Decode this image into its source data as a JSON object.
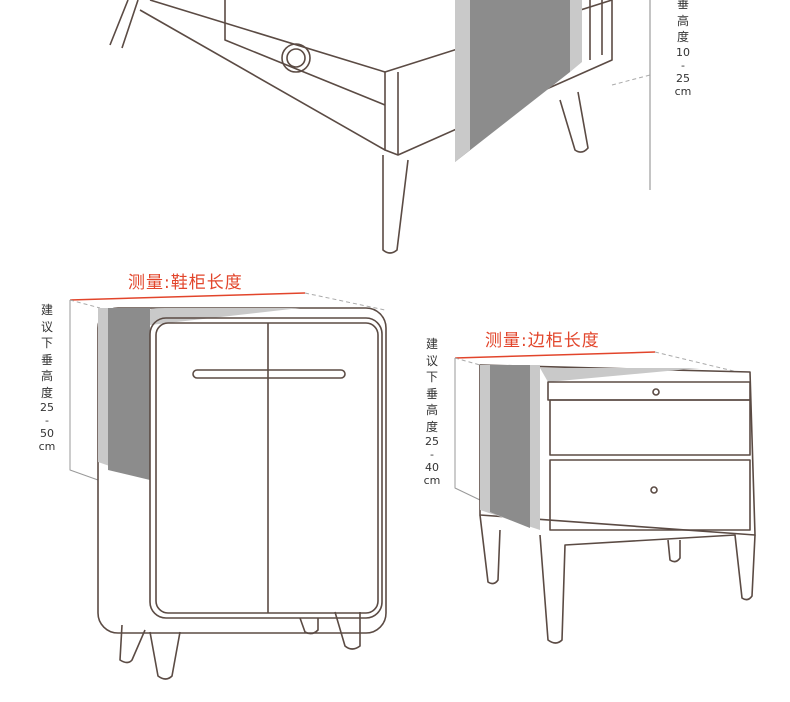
{
  "tv_stand": {
    "drop_label_chars": [
      "垂",
      "高",
      "度"
    ],
    "drop_min": "10",
    "dash": "-",
    "drop_max": "25",
    "unit": "cm"
  },
  "shoe_cabinet": {
    "measure_title": "测量:鞋柜长度",
    "drop_label_chars": [
      "建",
      "议",
      "下",
      "垂",
      "高",
      "度"
    ],
    "drop_min": "25",
    "dash": "-",
    "drop_max": "50",
    "unit": "cm"
  },
  "side_cabinet": {
    "measure_title": "测量:边柜长度",
    "drop_label_chars": [
      "建",
      "议",
      "下",
      "垂",
      "高",
      "度"
    ],
    "drop_min": "25",
    "dash": "-",
    "drop_max": "40",
    "unit": "cm"
  },
  "colors": {
    "accent": "#e2452b",
    "line": "#5b4b44",
    "runner_dark": "#8c8c8c",
    "runner_light": "#c9c9c9"
  }
}
